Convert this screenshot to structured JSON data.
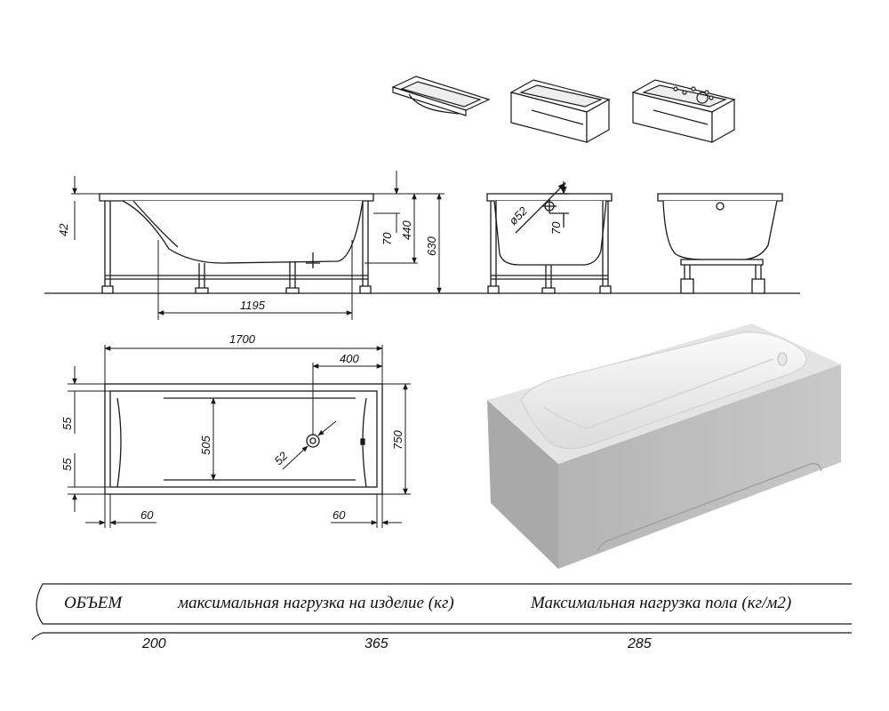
{
  "dimensions": {
    "rim_height": "42",
    "overflow_offset": "70",
    "bath_height": "440",
    "total_height": "630",
    "foot_span": "1195",
    "drain_diameter": "ø52",
    "end_overflow_offset": "70",
    "length": "1700",
    "drain_offset": "400",
    "rim_top": "55",
    "rim_bottom": "55",
    "inner_width": "505",
    "width": "750",
    "drain_diameter_plan": "52",
    "end_left": "60",
    "end_right": "60"
  },
  "specs": {
    "headers": {
      "volume": "ОБЪЕМ",
      "max_load": "максимальная нагрузка на изделие (кг)",
      "floor_load": "Максимальная нагрузка пола (кг/м2)"
    },
    "values": {
      "volume": "200",
      "max_load": "365",
      "floor_load": "285"
    }
  },
  "colors": {
    "line": "#1a1a1a",
    "panel_front": "#bdbdbd",
    "panel_side": "#a9a9a9",
    "rim": "#e6e6e6",
    "basin": "#f4f4f4"
  }
}
